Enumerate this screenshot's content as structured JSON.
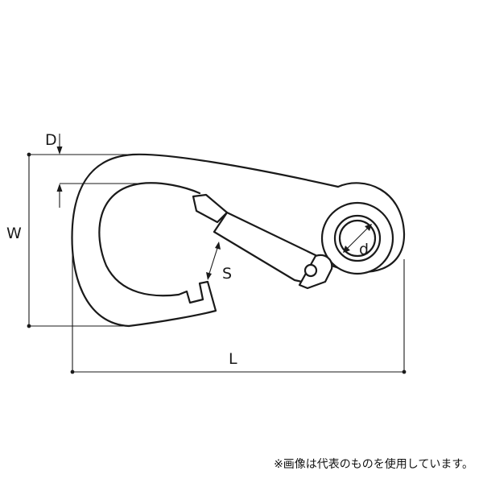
{
  "diagram": {
    "labels": {
      "D": "D",
      "W": "W",
      "S": "S",
      "d": "d",
      "L": "L"
    },
    "note": "※画像は代表のものを使用しています。",
    "colors": {
      "line": "#1a1a1a",
      "dimension": "#1a1a1a",
      "background": "#ffffff"
    }
  }
}
